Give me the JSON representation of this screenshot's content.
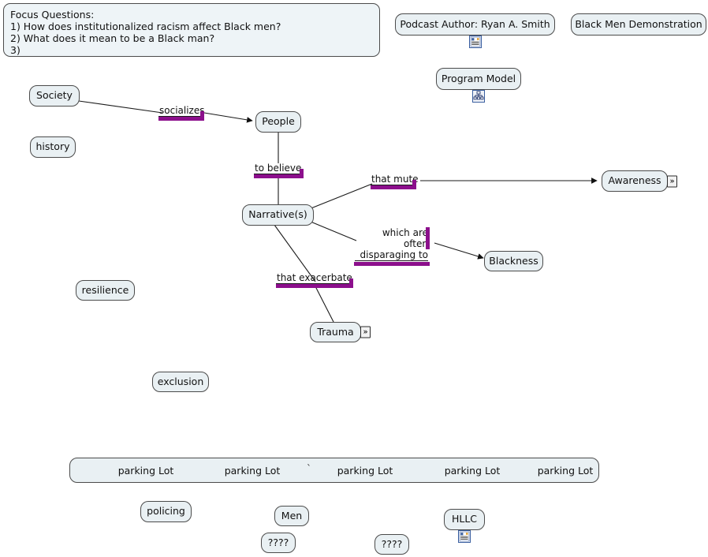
{
  "focus_questions": {
    "title": "Focus Questions:",
    "lines": [
      "1) How does institutionalized racism affect Black men?",
      "2) What does it mean to be a Black man?",
      "3)"
    ]
  },
  "nodes": {
    "podcast_author": {
      "label": "Podcast Author: Ryan A. Smith",
      "icon": "document-icon"
    },
    "demonstration": {
      "label": "Black Men Demonstration"
    },
    "program_model": {
      "label": "Program Model",
      "icon": "hierarchy-icon"
    },
    "society": {
      "label": "Society"
    },
    "history": {
      "label": "history"
    },
    "people": {
      "label": "People"
    },
    "narratives": {
      "label": "Narrative(s)"
    },
    "awareness": {
      "label": "Awareness",
      "expand": "»"
    },
    "blackness": {
      "label": "Blackness"
    },
    "resilience": {
      "label": "resilience"
    },
    "trauma": {
      "label": "Trauma",
      "expand": "»"
    },
    "exclusion": {
      "label": "exclusion"
    },
    "policing": {
      "label": "policing"
    },
    "men": {
      "label": "Men"
    },
    "unknown_1": {
      "label": "????"
    },
    "unknown_2": {
      "label": "????"
    },
    "hllc": {
      "label": "HLLC",
      "icon": "document-icon"
    }
  },
  "link_labels": {
    "socializes": "socializes",
    "to_believe": "to believe",
    "that_mute": "that mute",
    "which_are_often_disparaging_to": {
      "line1": "which are often",
      "line2": "disparaging to"
    },
    "that_exacerbate": "that exacerbate"
  },
  "parking_lot": {
    "items": [
      "parking Lot",
      "parking Lot",
      "parking Lot",
      "parking Lot",
      "parking Lot"
    ],
    "tick_mark": "`"
  },
  "colors": {
    "node_fill": "#e9f0f3",
    "node_border": "#4b4b4b",
    "link_bar": "#8c0f8c",
    "edge": "#1a1a1a",
    "canvas": "#ffffff"
  }
}
